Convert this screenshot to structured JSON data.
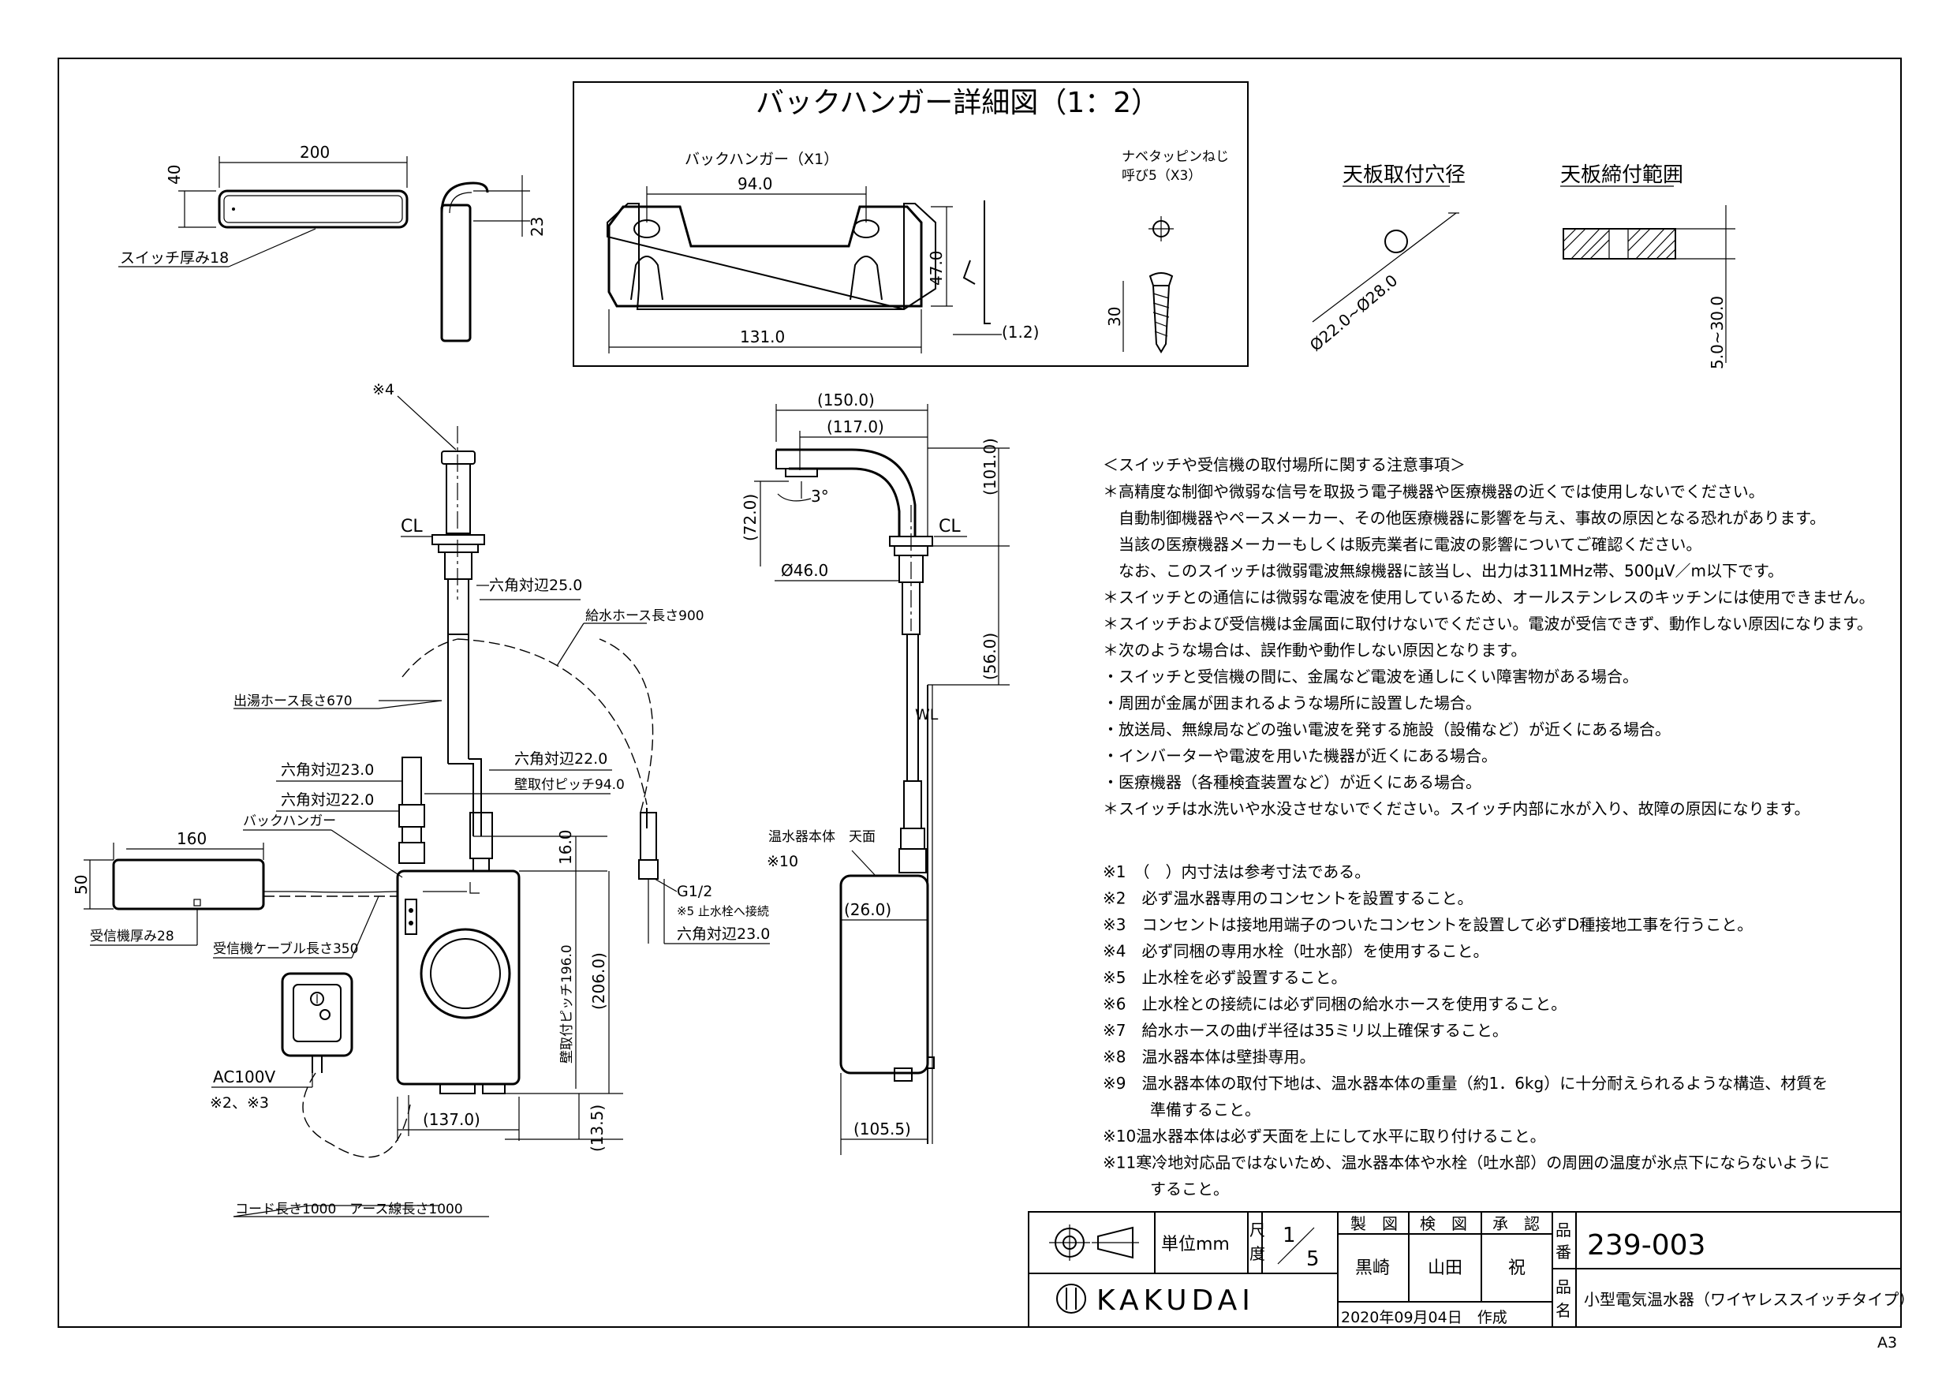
{
  "detail": {
    "title": "バックハンガー詳細図（1：2）",
    "hanger_label": "バックハンガー（X1）",
    "dim_94": "94.0",
    "dim_47": "47.0",
    "dim_131": "131.0",
    "dim_12": "(1.2)",
    "screw_label_1": "ナベタッピンねじ",
    "screw_label_2": "呼び5（X3）",
    "dim_30": "30"
  },
  "top_plate": {
    "hole_title": "天板取付穴径",
    "hole_dim": "Ø22.0~Ø28.0",
    "range_title": "天板締付範囲",
    "range_dim": "5.0~30.0"
  },
  "switch": {
    "dim_200": "200",
    "dim_40": "40",
    "dim_23": "23",
    "thickness": "スイッチ厚み18"
  },
  "front": {
    "note4": "※4",
    "cl": "CL",
    "hex25": "六角対辺25.0",
    "supply_hose": "給水ホース長さ900",
    "hot_hose": "出湯ホース長さ670",
    "hex23a": "六角対辺23.0",
    "hex22a": "六角対辺22.0",
    "hex22b": "六角対辺22.0",
    "pitch94": "壁取付ピッチ94.0",
    "back_hanger": "バックハンガー",
    "dim_160": "160",
    "dim_50": "50",
    "receiver_thick": "受信機厚み28",
    "receiver_cable": "受信機ケーブル長さ350",
    "dim_16": "16.0",
    "pitch196": "壁取付ピッチ196.0",
    "dim_206": "(206.0)",
    "g12": "G1/2",
    "note5": "※5 止水栓へ接続",
    "hex23b": "六角対辺23.0",
    "ac100v": "AC100V",
    "note23": "※2、※3",
    "dim_137": "(137.0)",
    "dim_135": "(13.5)",
    "cord": "コード長さ1000　アース線長さ1000"
  },
  "side": {
    "dim_150": "(150.0)",
    "dim_117": "(117.0)",
    "dim_72": "(72.0)",
    "angle": "3°",
    "dim_101": "(101.0)",
    "cl": "CL",
    "dia46": "Ø46.0",
    "dim_56": "(56.0)",
    "wl": "WL",
    "heater_top": "温水器本体　天面",
    "note10": "※10",
    "dim_26": "(26.0)",
    "dim_1055": "(105.5)"
  },
  "notes": {
    "heading": "＜スイッチや受信機の取付場所に関する注意事項＞",
    "lines": [
      "＊高精度な制御や微弱な信号を取扱う電子機器や医療機器の近くでは使用しないでください。",
      "　自動制御機器やペースメーカー、その他医療機器に影響を与え、事故の原因となる恐れがあります。",
      "　当該の医療機器メーカーもしくは販売業者に電波の影響についてご確認ください。",
      "　なお、このスイッチは微弱電波無線機器に該当し、出力は311MHz帯、500μV／m以下です。",
      "＊スイッチとの通信には微弱な電波を使用しているため、オールステンレスのキッチンには使用できません。",
      "＊スイッチおよび受信機は金属面に取付けないでください。電波が受信できず、動作しない原因になります。",
      "＊次のような場合は、誤作動や動作しない原因となります。",
      "・スイッチと受信機の間に、金属など電波を通しにくい障害物がある場合。",
      "・周囲が金属が囲まれるような場所に設置した場合。",
      "・放送局、無線局などの強い電波を発する施設（設備など）が近くにある場合。",
      "・インバーターや電波を用いた機器が近くにある場合。",
      "・医療機器（各種検査装置など）が近くにある場合。",
      "＊スイッチは水洗いや水没させないでください。スイッチ内部に水が入り、故障の原因になります。"
    ],
    "numbered": [
      "※1　（　）内寸法は参考寸法である。",
      "※2　必ず温水器専用のコンセントを設置すること。",
      "※3　コンセントは接地用端子のついたコンセントを設置して必ずD種接地工事を行うこと。",
      "※4　必ず同梱の専用水栓（吐水部）を使用すること。",
      "※5　止水栓を必ず設置すること。",
      "※6　止水栓との接続には必ず同梱の給水ホースを使用すること。",
      "※7　給水ホースの曲げ半径は35ミリ以上確保すること。",
      "※8　温水器本体は壁掛専用。",
      "※9　温水器本体の取付下地は、温水器本体の重量（約1．6kg）に十分耐えられるような構造、材質を",
      "　　　準備すること。",
      "※10温水器本体は必ず天面を上にして水平に取り付けること。",
      "※11寒冷地対応品ではないため、温水器本体や水栓（吐水部）の周囲の温度が氷点下にならないように",
      "　　　すること。"
    ]
  },
  "title_block": {
    "unit": "単位mm",
    "scale_label_1": "尺",
    "scale_label_2": "度",
    "scale_num": "1",
    "scale_den": "5",
    "drawn": "製　図",
    "checked": "検　図",
    "approved": "承　認",
    "drawn_name": "黒崎",
    "checked_name": "山田",
    "approved_name": "祝",
    "part_no_label_1": "品",
    "part_no_label_2": "番",
    "part_no": "239-003",
    "name_label_1": "品",
    "name_label_2": "名",
    "product_name": "小型電気温水器（ワイヤレススイッチタイプ）",
    "logo": "KAKUDAI",
    "date": "2020年09月04日　作成",
    "sheet": "A3"
  }
}
